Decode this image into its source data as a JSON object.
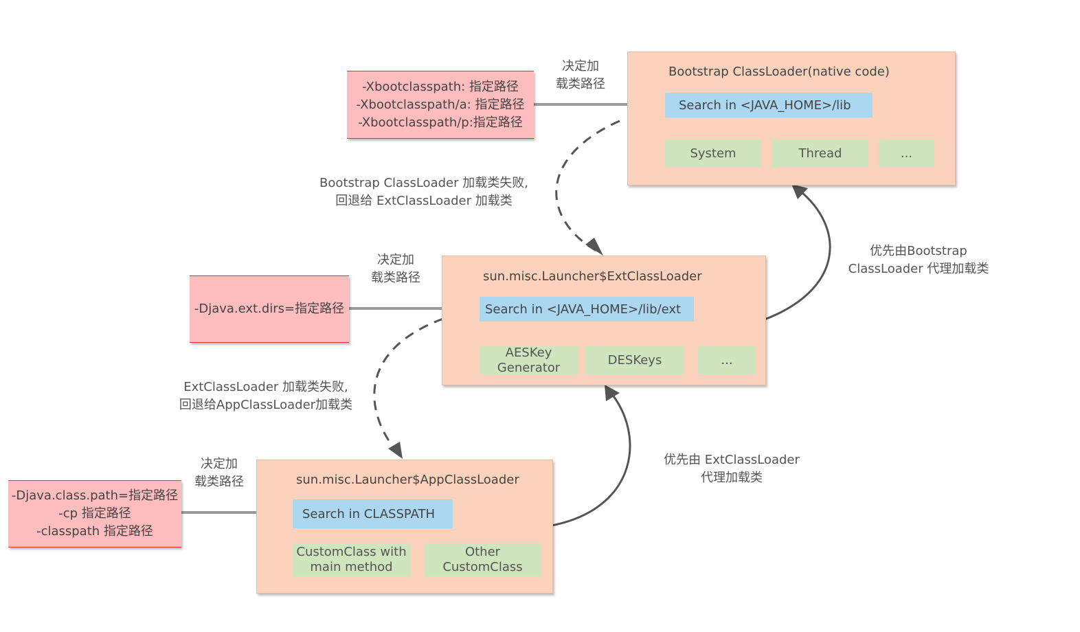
{
  "bootstrap": {
    "title": "Bootstrap ClassLoader(native code)",
    "search": "Search in <JAVA_HOME>/lib",
    "classes": [
      "System",
      "Thread",
      "..."
    ]
  },
  "ext": {
    "title": "sun.misc.Launcher$ExtClassLoader",
    "search": "Search in <JAVA_HOME>/lib/ext",
    "classes": [
      "AESKey\nGenerator",
      "DESKeys",
      "..."
    ]
  },
  "app": {
    "title": "sun.misc.Launcher$AppClassLoader",
    "search": "Search in CLASSPATH",
    "classes": [
      "CustomClass with\nmain method",
      "Other\nCustomClass"
    ]
  },
  "options": {
    "bootstrap": [
      "-Xbootclasspath: 指定路径",
      "-Xbootclasspath/a: 指定路径",
      "-Xbootclasspath/p:指定路径"
    ],
    "ext": [
      "-Djava.ext.dirs=指定路径"
    ],
    "app": [
      "-Djava.class.path=指定路径",
      "-cp 指定路径",
      "-classpath 指定路径"
    ]
  },
  "labels": {
    "decide_path_1": [
      "决定加",
      "载类路径"
    ],
    "decide_path_2": [
      "决定加",
      "载类路径"
    ],
    "decide_path_3": [
      "决定加",
      "载类路径"
    ],
    "fallback_to_ext": [
      "Bootstrap ClassLoader 加载类失败,",
      "回退给 ExtClassLoader 加载类"
    ],
    "fallback_to_app": [
      "ExtClassLoader 加载类失败,",
      "回退给AppClassLoader加载类"
    ],
    "delegate_bootstrap": [
      "优先由Bootstrap",
      "ClassLoader 代理加载类"
    ],
    "delegate_ext": [
      "优先由 ExtClassLoader",
      "代理加载类"
    ]
  },
  "colors": {
    "loader_bg": "#fbd3bc",
    "search_bg": "#abd7f0",
    "class_bg": "#cfe5be",
    "option_bg": "#fdbdbf",
    "option_border": "#d9333a",
    "arrow_gray": "#9a9a9a",
    "curve_dark": "#555555"
  }
}
